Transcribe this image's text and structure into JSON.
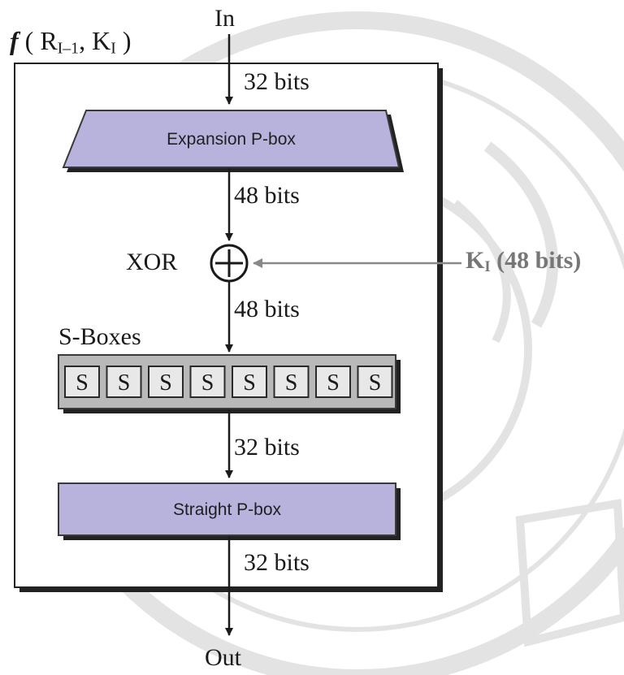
{
  "function_label": {
    "prefix": "f",
    "arg1": "R",
    "arg1_sub": "I–1",
    "arg2": "K",
    "arg2_sub": "I"
  },
  "input_label": "In",
  "output_label": "Out",
  "expansion_box_label": "Expansion P-box",
  "xor_label": "XOR",
  "key_label": {
    "name": "K",
    "sub": "I",
    "size": "(48 bits)"
  },
  "sboxes_label": "S-Boxes",
  "sbox_cell_label": "S",
  "sbox_count": 8,
  "straight_box_label": "Straight P-box",
  "bit_labels": {
    "in_to_expansion": "32 bits",
    "expansion_to_xor": "48 bits",
    "xor_to_sboxes": "48 bits",
    "sboxes_to_straight": "32 bits",
    "straight_to_out": "32 bits"
  },
  "colors": {
    "pbox_fill": "#b7b3dd",
    "pbox_stroke": "#3a3a3a",
    "sbox_band": "#b9b9b9",
    "sbox_cell": "#e8e8e8",
    "shadow": "#222222",
    "key_color": "#777777",
    "watermark": "#d0d0d0"
  }
}
